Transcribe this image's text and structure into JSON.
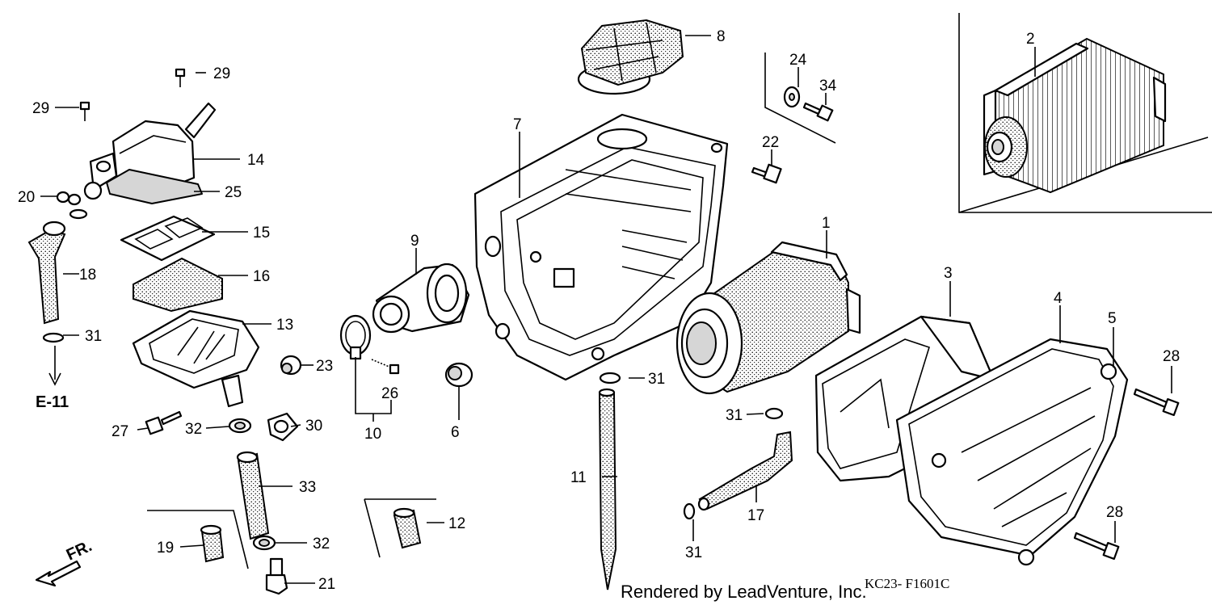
{
  "diagram": {
    "callouts": [
      "1",
      "2",
      "3",
      "4",
      "5",
      "6",
      "7",
      "8",
      "9",
      "10",
      "11",
      "12",
      "13",
      "14",
      "15",
      "16",
      "17",
      "18",
      "19",
      "20",
      "21",
      "22",
      "23",
      "24",
      "25",
      "26",
      "27",
      "28",
      "29",
      "30",
      "31",
      "32",
      "33",
      "34"
    ],
    "reference_label": "E-11",
    "direction_label": "FR.",
    "credit": "Rendered by LeadVenture, Inc.",
    "diagram_code": "KC23- F1601C"
  }
}
